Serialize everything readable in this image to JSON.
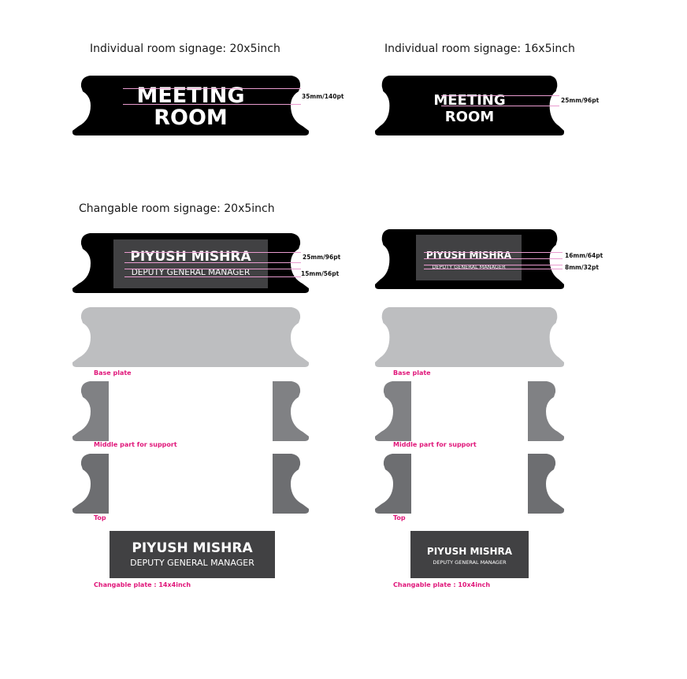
{
  "headings": {
    "individual_20x5": "Individual room signage: 20x5inch",
    "individual_16x5": "Individual room signage: 16x5inch",
    "changable_20x5": "Changable room signage: 20x5inch"
  },
  "meeting_sign": {
    "line1": "MEETING",
    "line2": "ROOM"
  },
  "name_sign": {
    "name": "PIYUSH MISHRA",
    "title": "DEPUTY GENERAL MANAGER"
  },
  "dimensions": {
    "large_meeting": "35mm/140pt",
    "small_meeting": "25mm/96pt",
    "large_name": "25mm/96pt",
    "large_title": "15mm/56pt",
    "small_name": "16mm/64pt",
    "small_title": "8mm/32pt"
  },
  "parts": {
    "base_plate": "Base plate",
    "middle_part": "Middle part for support",
    "top": "Top",
    "plate_large": "Changable plate : 14x4inch",
    "plate_small": "Changable plate : 10x4inch"
  },
  "colors": {
    "sign_black": "#000000",
    "base_gray": "#bdbec0",
    "middle_gray": "#808184",
    "top_gray": "#6d6e71",
    "plate_gray": "#414143",
    "dim_guide": "#e99bcf",
    "caption_magenta": "#e0177a"
  }
}
